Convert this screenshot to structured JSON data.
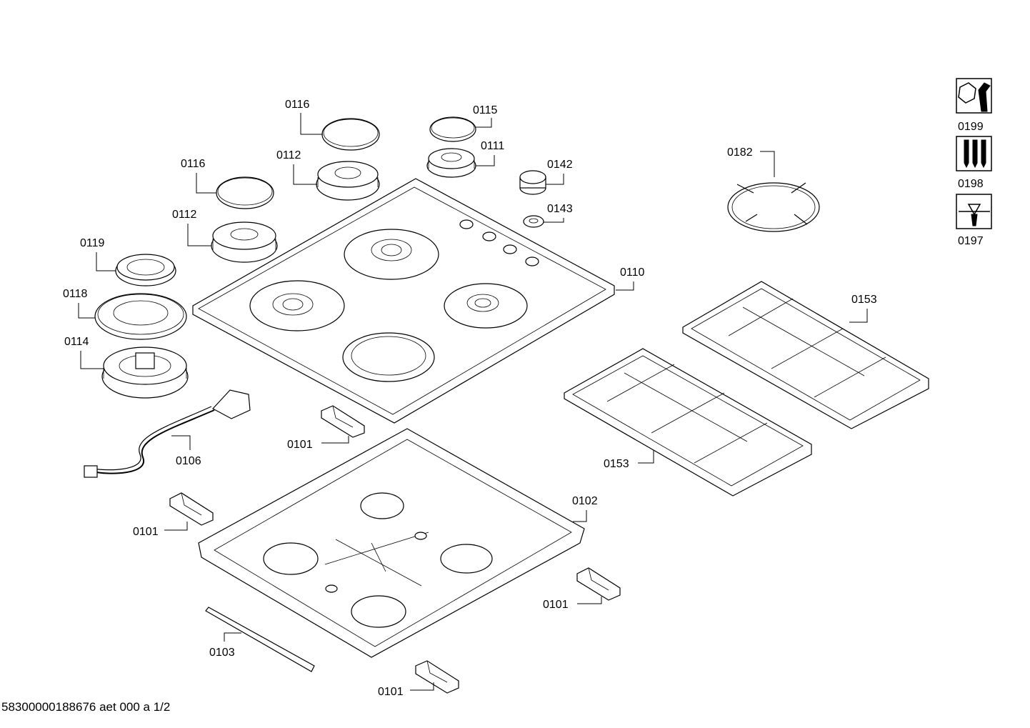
{
  "callouts": {
    "c0116a": "0116",
    "c0115": "0115",
    "c0111": "0111",
    "c0116b": "0116",
    "c0112a": "0112",
    "c0142": "0142",
    "c0143": "0143",
    "c0112b": "0112",
    "c0119": "0119",
    "c0110": "0110",
    "c0118": "0118",
    "c0114": "0114",
    "c0182": "0182",
    "c0153a": "0153",
    "c0153b": "0153",
    "c0101a": "0101",
    "c0106": "0106",
    "c0101b": "0101",
    "c0102": "0102",
    "c0101c": "0101",
    "c0103": "0103",
    "c0101d": "0101"
  },
  "icons": [
    {
      "name": "wrench-nut-icon",
      "label": "0199"
    },
    {
      "name": "screws-icon",
      "label": "0198"
    },
    {
      "name": "grease-tube-icon",
      "label": "0197"
    }
  ],
  "footer": "58300000188676 aet 000 a 1/2"
}
